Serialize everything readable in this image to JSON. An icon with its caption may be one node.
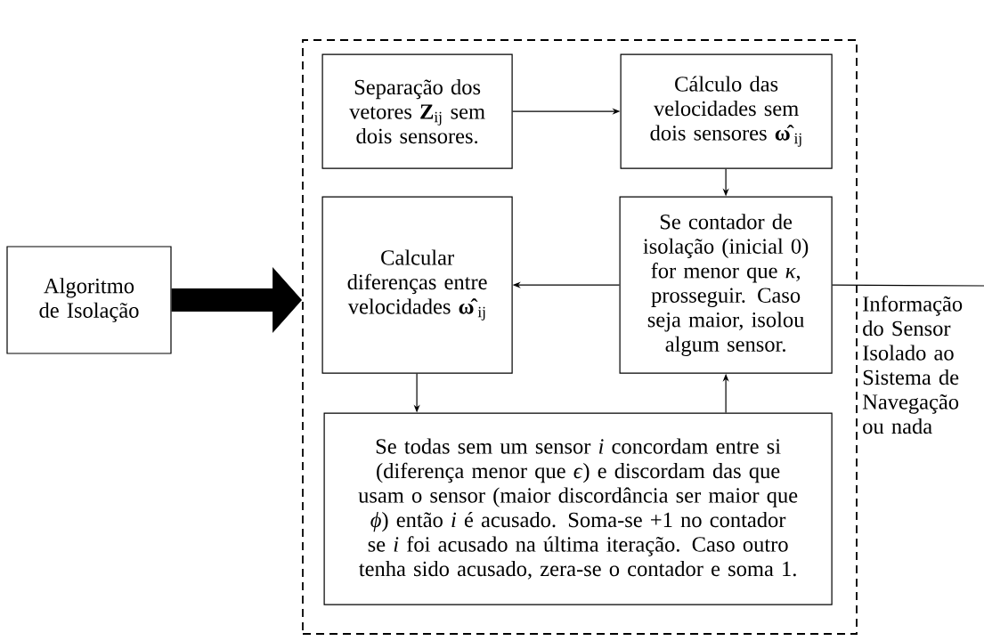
{
  "diagram": {
    "nodes": [
      {
        "text": [
          "Algoritmo de Isolação"
        ]
      },
      {
        "text": [],
        "shape": "box"
      },
      {
        "text": [
          "Separação dos vetores **Z**$_{ij}$ sem dois sensores."
        ],
        "in": 1
      },
      {
        "text": [
          "Cálculo das velocidades sem dois sensores **ω̂**$_{ij}$"
        ],
        "in": 1
      },
      {
        "text": [
          "Calcular diferenças entre velocidades **ω̂**$_{ij}$"
        ],
        "in": 1
      },
      {
        "text": [
          "Se contador de isolação (inicial 0) for menor que *κ*, prosseguir. Caso seja maior, isolou algum sensor."
        ],
        "in": 1
      },
      {
        "text": [
          "Se todas sem um sensor *i* concordam entre si (diferença menor que *ϵ*) e discordam das que usam o sensor (maior discordância ser maior que *ϕ*) então *i* é acusado. Soma-se +1 no contador se *i* foi acusado na última iteração. Caso outro tenha sido acusado, zera-se o contador e soma 1."
        ],
        "in": 1
      }
    ],
    "edges": [
      {
        "from": 0,
        "to": 1,
        "arrow": "to",
        "style": "thick"
      },
      {
        "from": 2,
        "to": 3,
        "arrow": "to"
      },
      {
        "from": 3,
        "to": 5,
        "arrow": "to"
      },
      {
        "from": 5,
        "to": 4,
        "arrow": "to"
      },
      {
        "from": 4,
        "to": 6,
        "arrow": "to"
      },
      {
        "from": 6,
        "to": 5,
        "arrow": "to"
      },
      {
        "from": 5,
        "to": null,
        "arrow": "none"
      }
    ],
    "labels": [
      "Informação do Sensor Isolado ao Sistema de Navegação ou nada"
    ]
  }
}
